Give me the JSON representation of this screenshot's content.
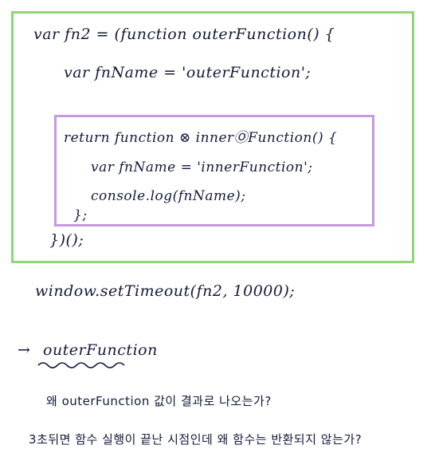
{
  "code": {
    "line1": "var fn2 = (function outerFunction() {",
    "line2": "var fnName = 'outerFunction';",
    "line3": "return function ⊗ innerⓄFunction() {",
    "line4": "var fnName = 'innerFunction';",
    "line5": "console.log(fnName);",
    "line6": "};",
    "line7": "})();",
    "line8": "window.setTimeout(fn2, 10000);"
  },
  "result": {
    "arrow": "→",
    "text": "outerFunction"
  },
  "notes": {
    "question1": "왜 outerFunction 값이 결과로 나오는가?",
    "question2": "3초뒤면 함수 실행이 끝난 시점인데 왜 함수는 반환되지 않는가?"
  },
  "colors": {
    "outer_box": "#8fd67a",
    "inner_box": "#c59ae0",
    "ink": "#141a3a"
  }
}
